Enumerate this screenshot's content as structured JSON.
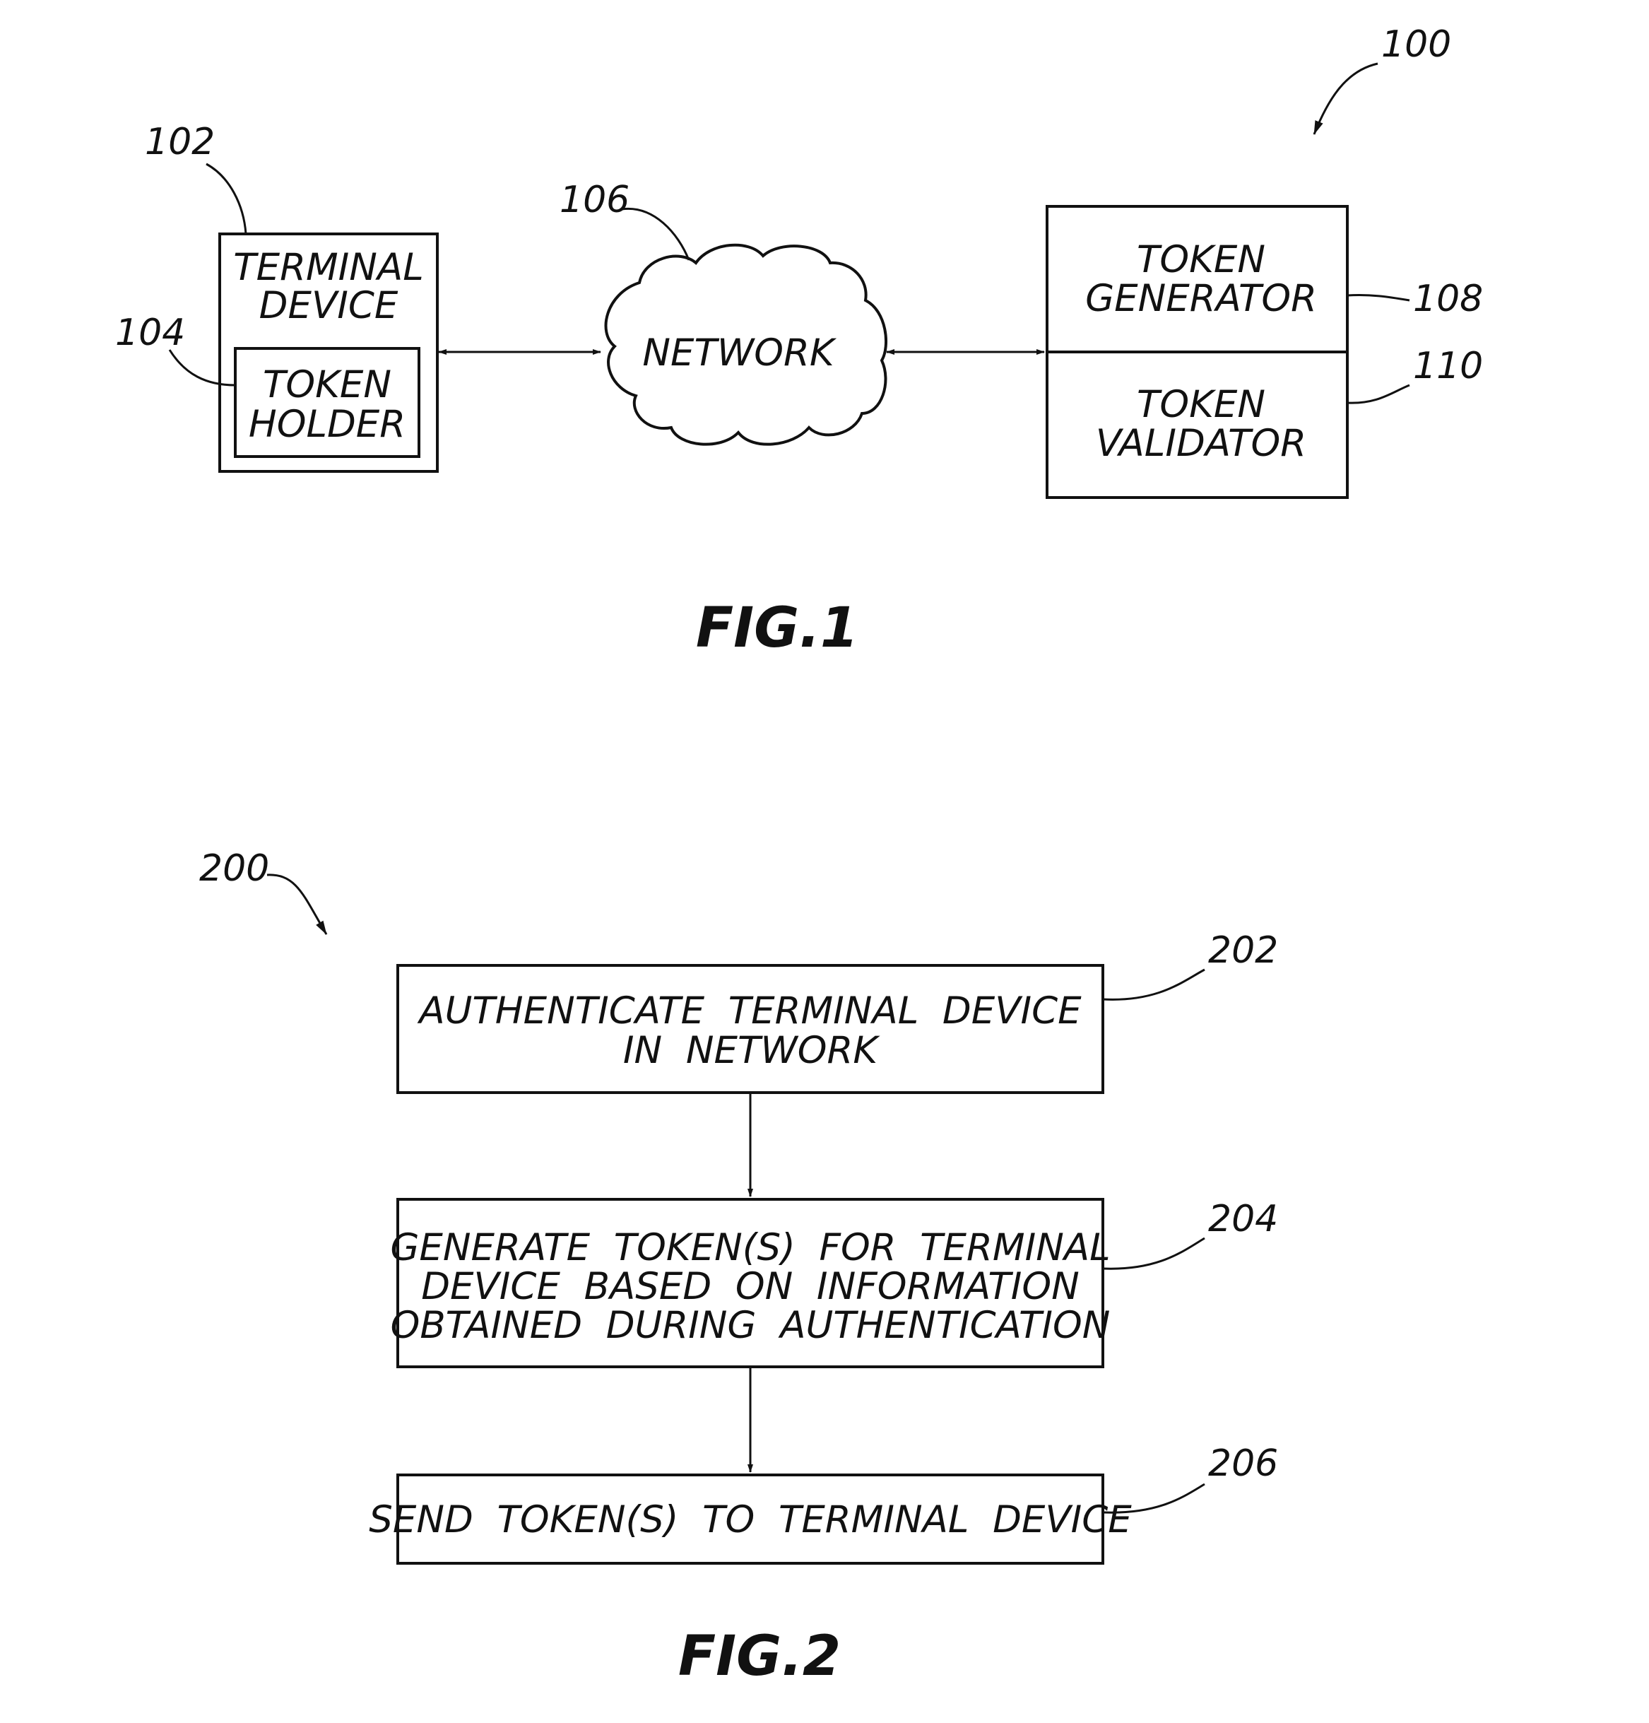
{
  "fig1": {
    "ref_system": "100",
    "terminal_device": {
      "ref": "102",
      "lines": [
        "TERMINAL",
        "DEVICE"
      ]
    },
    "token_holder": {
      "ref": "104",
      "lines": [
        "TOKEN",
        "HOLDER"
      ]
    },
    "network": {
      "ref": "106",
      "label": "NETWORK"
    },
    "token_generator": {
      "ref": "108",
      "lines": [
        "TOKEN",
        "GENERATOR"
      ]
    },
    "token_validator": {
      "ref": "110",
      "lines": [
        "TOKEN",
        "VALIDATOR"
      ]
    },
    "caption": "FIG.1"
  },
  "fig2": {
    "ref_flow": "200",
    "steps": [
      {
        "ref": "202",
        "lines": [
          "AUTHENTICATE  TERMINAL  DEVICE",
          "IN  NETWORK"
        ]
      },
      {
        "ref": "204",
        "lines": [
          "GENERATE  TOKEN(S)  FOR  TERMINAL",
          "DEVICE  BASED  ON  INFORMATION",
          "OBTAINED  DURING  AUTHENTICATION"
        ]
      },
      {
        "ref": "206",
        "lines": [
          "SEND  TOKEN(S)  TO  TERMINAL  DEVICE"
        ]
      }
    ],
    "caption": "FIG.2"
  }
}
